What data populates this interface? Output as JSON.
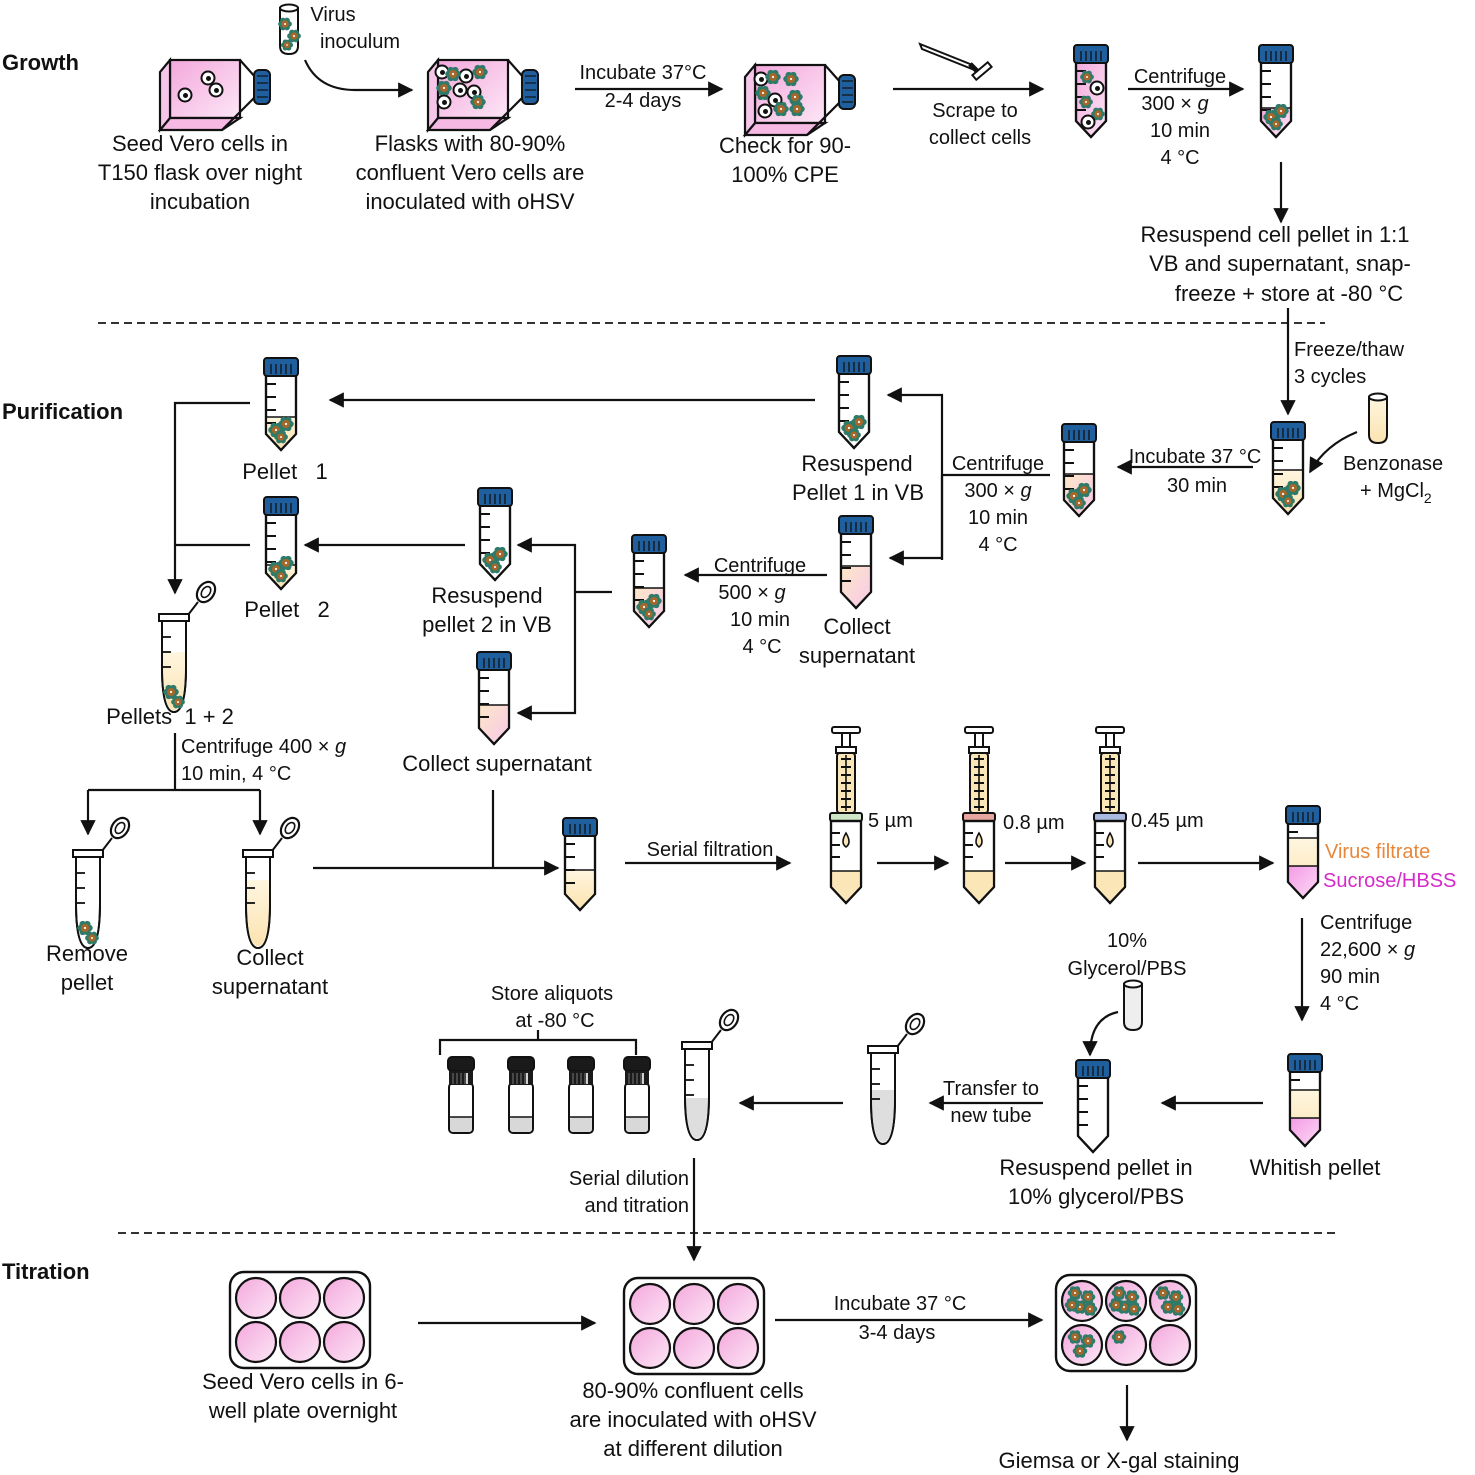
{
  "sections": {
    "growth": "Growth",
    "purification": "Purification",
    "titration": "Titration"
  },
  "colors": {
    "cap_blue": "#1f5f9e",
    "cap_dark": "#1a1a1a",
    "media_pink": "#f5b6e3",
    "media_yellow": "#fbe6b8",
    "virus_teal": "#2f7a68",
    "virus_brown": "#a8672a",
    "virus_filtrate_text": "#e8873a",
    "sucrose_text": "#d629c9",
    "filter_green": "#cfe6c8",
    "filter_red": "#e8a6a0",
    "filter_blue": "#a9b9e0"
  },
  "growth": {
    "virus_inoculum": [
      "Virus",
      "inoculum"
    ],
    "seed_flask": [
      "Seed Vero cells in",
      "T150 flask over night",
      "incubation"
    ],
    "inoculated_flask": [
      "Flasks with 80-90%",
      "confluent Vero cells are",
      "inoculated with oHSV"
    ],
    "incubate": [
      "Incubate 37°C",
      "2-4 days"
    ],
    "check_cpe": [
      "Check for 90-",
      "100% CPE"
    ],
    "scrape": [
      "Scrape to",
      "collect cells"
    ],
    "centrifuge": [
      "Centrifuge",
      "300 × ",
      "g",
      "10 min",
      "4 °C"
    ],
    "resuspend": [
      "Resuspend cell pellet in 1:1",
      "VB and supernatant, snap-",
      "freeze + store at -80 °C"
    ]
  },
  "purification": {
    "freeze_thaw": [
      "Freeze/thaw",
      "3 cycles"
    ],
    "benzonase": [
      "Benzonase",
      "+ MgCl",
      "2"
    ],
    "incubate": [
      "Incubate 37 °C",
      "30 min"
    ],
    "centrifuge1": [
      "Centrifuge",
      "300 × ",
      "g",
      "10 min",
      "4 °C"
    ],
    "resuspend_p1": [
      "Resuspend",
      "Pellet 1 in VB"
    ],
    "collect_sup1": [
      "Collect",
      "supernatant"
    ],
    "centrifuge2": [
      "Centrifuge",
      "500 × ",
      "g",
      "10 min",
      "4 °C"
    ],
    "resuspend_p2": [
      "Resuspend",
      "pellet 2 in VB"
    ],
    "collect_sup2": "Collect supernatant",
    "pellet1": "Pellet   1",
    "pellet2": "Pellet   2",
    "pellets12": "Pellets  1 + 2",
    "centrifuge3": [
      "Centrifuge 400 × ",
      "g",
      "10 min, 4 °C"
    ],
    "remove_pellet": [
      "Remove",
      "pellet"
    ],
    "collect_sup3": [
      "Collect",
      "supernatant"
    ],
    "serial_filtration": "Serial filtration",
    "filters": [
      "5 µm",
      "0.8 µm",
      "0.45 µm"
    ],
    "virus_filtrate": "Virus filtrate",
    "sucrose": "Sucrose/HBSS",
    "centrifuge4": [
      "Centrifuge",
      "22,600 × ",
      "g",
      "90 min",
      "4 °C"
    ],
    "glycerol": [
      "10%",
      "Glycerol/PBS"
    ],
    "whitish": "Whitish pellet",
    "resuspend_glycerol": [
      "Resuspend pellet in",
      "10% glycerol/PBS"
    ],
    "transfer": [
      "Transfer to",
      "new tube"
    ],
    "store": [
      "Store aliquots",
      "at -80 °C"
    ],
    "serial_dilution": [
      "Serial dilution",
      "and titration"
    ]
  },
  "titration": {
    "seed_plate": [
      "Seed Vero cells in 6-",
      "well plate overnight"
    ],
    "inoculated_plate": [
      "80-90% confluent cells",
      "are inoculated with oHSV",
      "at different dilution"
    ],
    "incubate": [
      "Incubate 37 °C",
      "3-4 days"
    ],
    "staining": "Giemsa or X-gal staining"
  }
}
